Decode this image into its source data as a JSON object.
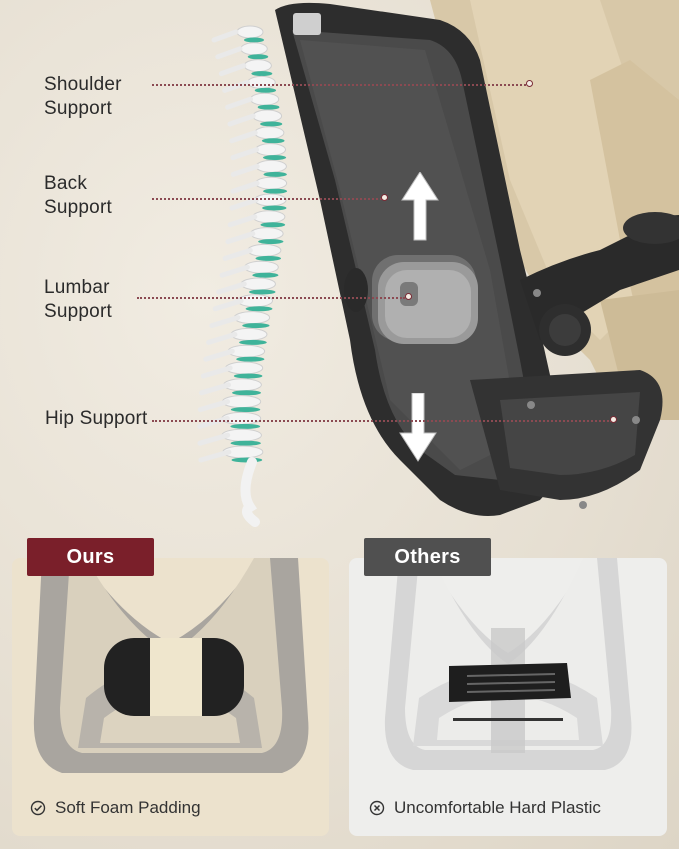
{
  "callouts": [
    {
      "line1": "Shoulder",
      "line2": "Support"
    },
    {
      "line1": "Back",
      "line2": "Support"
    },
    {
      "line1": "Lumbar",
      "line2": "Support"
    },
    {
      "line1": "Hip Support",
      "line2": ""
    }
  ],
  "comparison": {
    "ours": {
      "tag": "Ours",
      "feature": "Soft Foam Padding",
      "feature_icon": "check-circle-icon"
    },
    "others": {
      "tag": "Others",
      "feature": "Uncomfortable Hard Plastic",
      "feature_icon": "x-circle-icon"
    }
  },
  "colors": {
    "background": "#e8e1d5",
    "accent_maroon": "#7a1f2a",
    "others_gray": "#505050",
    "spine_teal": "#3fb39a",
    "chair_black": "#2a2a2a"
  }
}
